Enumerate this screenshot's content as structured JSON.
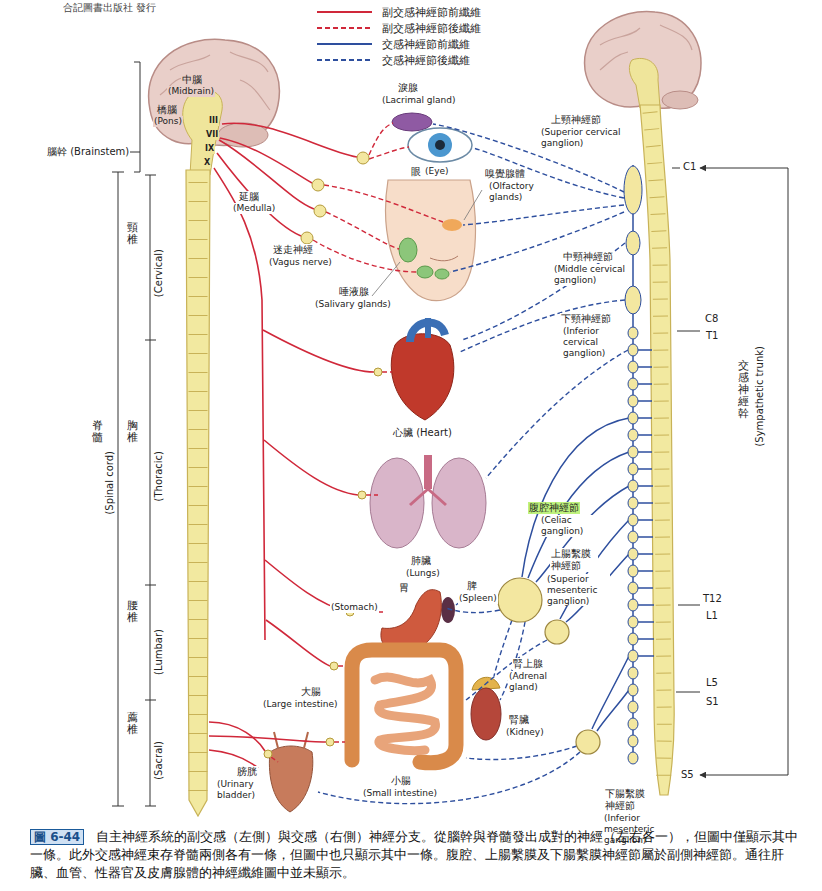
{
  "diagram": {
    "caption": "自主神經系統的副交感（左側）與交感（右側）神經分支。從腦幹與脊髓發出成對的神經（左右各一），但圖中僅顯示其中一條。此外交感神經束存脊髓兩側各有一條，但圖中也只顯示其中一條。腹腔、上腸繫膜及下腸繫膜神經節屬於副側神經節。通往肝臟、血管、性器官及皮膚腺體的神經纖維圖中並未顯示。",
    "labels": [
      "合記圖書出版社 發行",
      "中腦",
      "(Midbrain)",
      "橋腦",
      "(Pons)",
      "III",
      "VII",
      "IX",
      "X",
      "腦幹 (Brainstem)",
      "延腦",
      "(Medulla)",
      "迷走神經",
      "(Vagus nerve)",
      "頸椎",
      "(Cervical)",
      "胸椎",
      "(Thoracic)",
      "脊髓",
      "(Spinal cord)",
      "腰椎",
      "(Lumbar)",
      "薦椎",
      "(Sacral)",
      "淚腺",
      "(Lacrimal gland)",
      "眼",
      "(Eye)",
      "嗅覺腺體",
      "(Olfactory glands)",
      "唾液腺",
      "(Salivary glands)",
      "心臟 (Heart)",
      "肺臟",
      "(Lungs)",
      "脾",
      "(Spleen)",
      "胃",
      "(Stomach)",
      "大腸",
      "(Large intestine)",
      "小腸",
      "(Small intestine)",
      "膀胱",
      "(Urinary bladder)",
      "腎上腺",
      "(Adrenal gland)",
      "腎臟",
      "(Kidney)",
      "上頸神經節",
      "(Superior cervical ganglion)",
      "C1",
      "中頸神經節",
      "(Middle cervical ganglion)",
      "下頸神經節",
      "(Inferior cervical ganglion)",
      "C8",
      "T1",
      "交感神經幹",
      "(Sympathetic trunk)",
      "腹腔神經節",
      "(Celiac ganglion)",
      "上腸繫膜 神經節",
      "(Superior mesenteric ganglion)",
      "T12",
      "L1",
      "L5",
      "S1",
      "S5",
      "下腸繫膜 神經節",
      "(Inferior mesenteric ganglion)",
      "圖 6-44"
    ],
    "legend": [
      {
        "text": "副交感神經節前纖維"
      },
      {
        "text": "副交感神經節後纖維"
      },
      {
        "text": "交感神經節前纖維"
      },
      {
        "text": "交感神經節後纖維"
      }
    ]
  }
}
